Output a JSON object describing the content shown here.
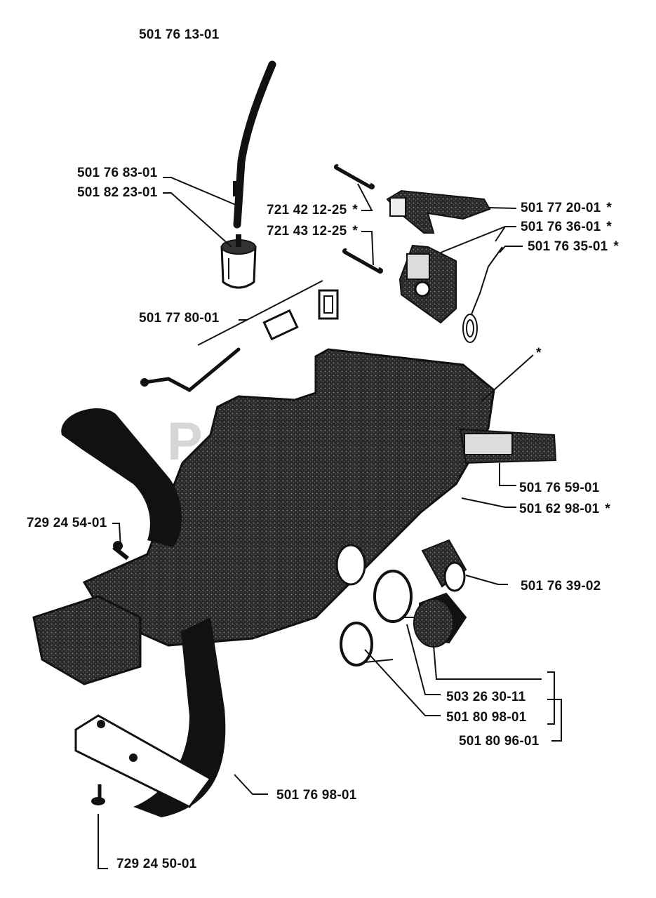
{
  "watermark": "Parts",
  "labels": {
    "fuel_hose": "501 76 13-01",
    "hose_a": "501 76 83-01",
    "filter": "501 82 23-01",
    "pin_a": "721 42 12-25",
    "pin_b": "721 43 12-25",
    "throttle_trigger": "501 77 20-01",
    "throttle_lockout": "501 76 36-01",
    "spring": "501 76 35-01",
    "throttle_rod": "501 77 80-01",
    "handle_star": "*",
    "rear_spike": "501 76 59-01",
    "tank_housing": "501 62 98-01",
    "screw_top": "729 24 54-01",
    "bushing": "501 76 39-02",
    "cap": "503 26 30-11",
    "seal": "501 80 98-01",
    "cap_kit": "501 80 96-01",
    "front_handle": "501 76 98-01",
    "screw_bottom": "729 24 50-01"
  },
  "star_marker": "*"
}
